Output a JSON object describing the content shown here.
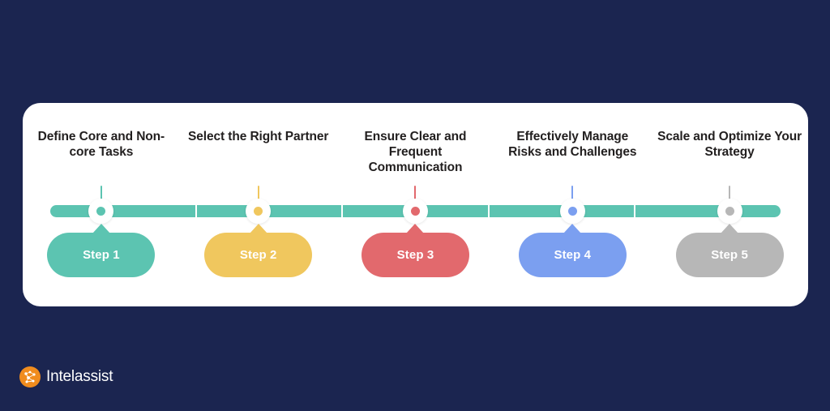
{
  "background_color": "#1B2550",
  "card": {
    "background_color": "#FFFFFF"
  },
  "timeline": {
    "track_color": "#5CC4B1",
    "segments": 5
  },
  "steps": [
    {
      "title": "Define Core and Non-core Tasks",
      "pill_label": "Step 1",
      "color": "#5CC4B1"
    },
    {
      "title": "Select the Right Partner",
      "pill_label": "Step 2",
      "color": "#F0C75E"
    },
    {
      "title": "Ensure Clear and Frequent Communication",
      "pill_label": "Step 3",
      "color": "#E2696D"
    },
    {
      "title": "Effectively Manage Risks and Challenges",
      "pill_label": "Step 4",
      "color": "#7B9FF0"
    },
    {
      "title": "Scale and Optimize Your Strategy",
      "pill_label": "Step 5",
      "color": "#B7B7B7"
    }
  ],
  "brand": {
    "name": "Intelassist",
    "mark_color": "#F08C1E",
    "mark_icon": "network-nodes-icon"
  }
}
